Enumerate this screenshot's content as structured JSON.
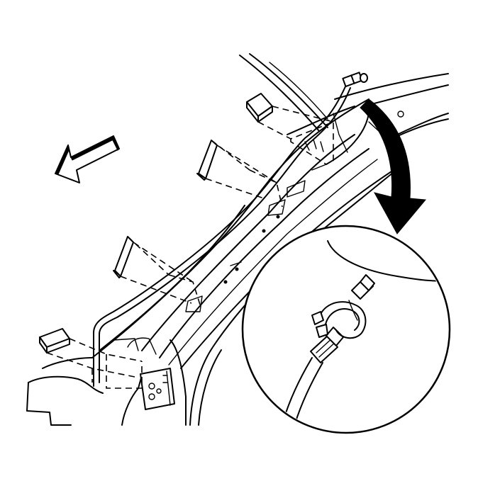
{
  "diagram": {
    "parts": [
      "windshield-pillar",
      "pillar-sealing-pad-upper",
      "pillar-sealing-pad-middle-upper",
      "pillar-sealing-pad-middle-lower",
      "pillar-sealing-pad-lower",
      "drain-hose",
      "roof-rail",
      "hinge-pillar",
      "door-hinge"
    ],
    "callouts": [
      "vehicle-front-direction-arrow",
      "detail-magnifier-arrow",
      "detail-view-hose-clip"
    ],
    "colors": {
      "line": "#000000",
      "background": "#ffffff"
    }
  }
}
